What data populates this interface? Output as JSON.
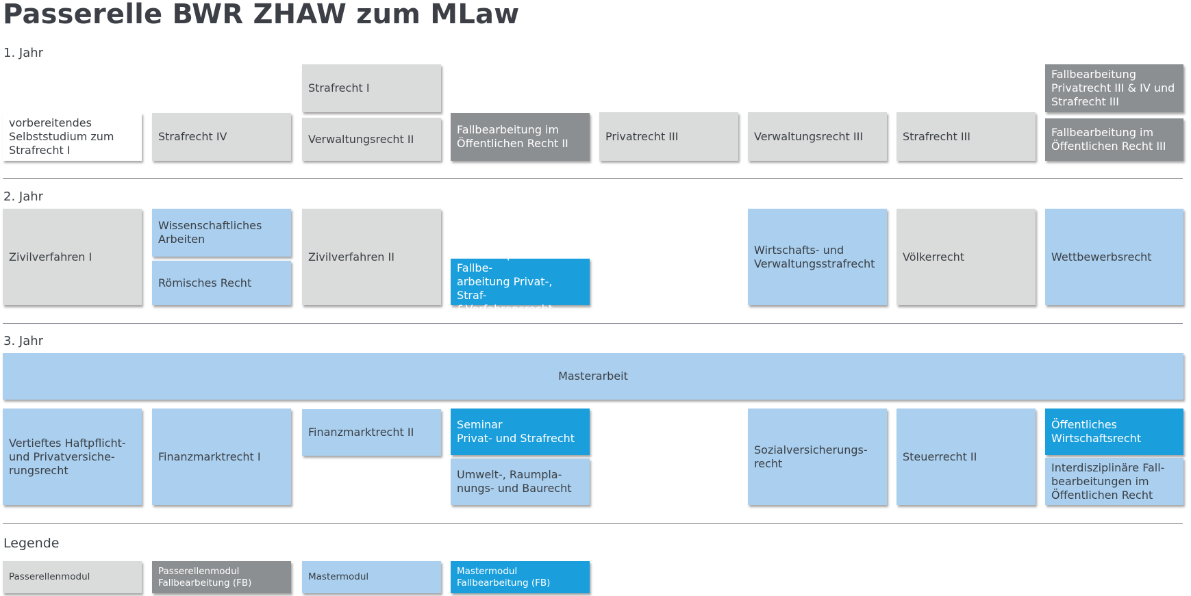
{
  "title": "Passerelle BWR ZHAW zum MLaw",
  "years": {
    "y1": "1. Jahr",
    "y2": "2. Jahr",
    "y3": "3. Jahr"
  },
  "legend_title": "Legende",
  "colors": {
    "passerellenmodul": "#dadcdb",
    "passerellenmodul_fb": "#8c8f92",
    "mastermodul": "#aacfef",
    "mastermodul_fb": "#1a9fdc"
  },
  "year1": {
    "vorbereitendes": "vorbereitendes\nSelbststudium zum\nStrafrecht I",
    "strafrecht_iv": "Strafrecht IV",
    "strafrecht_i": "Strafrecht I",
    "verwaltungsrecht_ii": "Verwaltungsrecht II",
    "fb_oeffentliches_ii": "Fallbearbeitung im\nÖffentlichen Recht II",
    "privatrecht_iii": "Privatrecht III",
    "verwaltungsrecht_iii": "Verwaltungsrecht III",
    "strafrecht_iii": "Strafrecht III",
    "fb_privat_straf": "Fallbearbeitung\nPrivatrecht III & IV und\nStrafrecht III",
    "fb_oeffentliches_iii": "Fallbearbeitung im\nÖffentlichen Recht III"
  },
  "year2": {
    "zivilverfahren_i": "Zivilverfahren I",
    "wissenschaftliches": "Wissenschaftliches\nArbeiten",
    "roemisches": "Römisches Recht",
    "zivilverfahren_ii": "Zivilverfahren II",
    "interdisziplinaer": "Interdisziplinäre Fallbe-\narbeitung Privat-, Straf-\n&Verfahrensrecht",
    "wirtschaftsstrafrecht": "Wirtschafts- und\nVerwaltungsstrafrecht",
    "voelkerrecht": "Völkerrecht",
    "wettbewerbsrecht": "Wettbewerbsrecht"
  },
  "year3": {
    "masterarbeit": "Masterarbeit",
    "haftpflicht": "Vertieftes Haftpflicht-\nund Privatversiche-\nrungsrecht",
    "finanzmarkt_i": "Finanzmarktrecht I",
    "finanzmarkt_ii": "Finanzmarktrecht II",
    "seminar": "Seminar\nPrivat- und Strafrecht",
    "umwelt": "Umwelt-, Raumpla-\nnungs- und Baurecht",
    "sozialversicherung": "Sozialversicherungs-\nrecht",
    "steuerrecht": "Steuerrecht II",
    "oeffentliches_wirtschaft": "Öffentliches\nWirtschaftsrecht",
    "interdisziplinaere_fb": "Interdisziplinäre Fall-\nbearbeitungen im\nÖffentlichen Recht"
  },
  "legend": {
    "passerellenmodul": "Passerellenmodul",
    "passerellenmodul_fb": "Passerellenmodul\nFallbearbeitung (FB)",
    "mastermodul": "Mastermodul",
    "mastermodul_fb": "Mastermodul\nFallbearbeitung (FB)"
  }
}
